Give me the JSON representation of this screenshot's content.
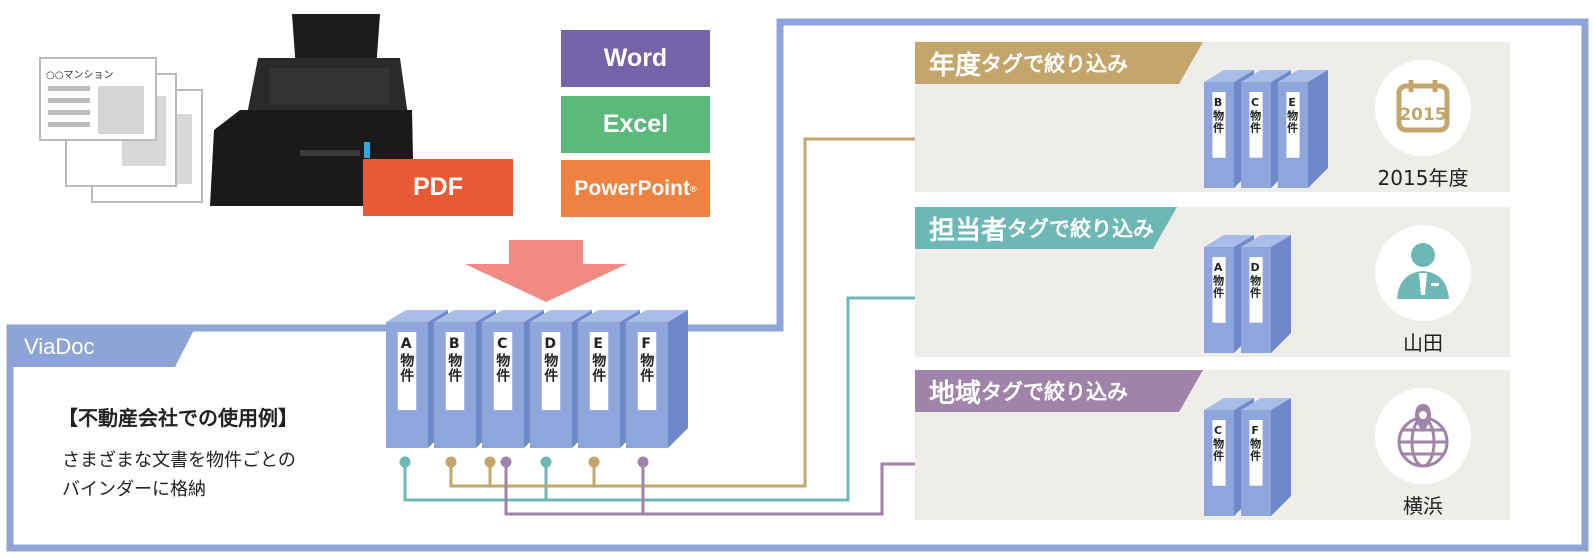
{
  "formats": {
    "word": "Word",
    "excel": "Excel",
    "powerpoint": "PowerPoint",
    "powerpoint_mark": "®",
    "pdf": "PDF"
  },
  "document_sample_title": "○○マンション",
  "viadoc_label": "ViaDoc",
  "example": {
    "heading": "【不動産会社での使用例】",
    "line1": "さまざまな文書を物件ごとの",
    "line2": "バインダーに格納"
  },
  "binders": [
    {
      "letter": "A",
      "text": "物件"
    },
    {
      "letter": "B",
      "text": "物件"
    },
    {
      "letter": "C",
      "text": "物件"
    },
    {
      "letter": "D",
      "text": "物件"
    },
    {
      "letter": "E",
      "text": "物件"
    },
    {
      "letter": "F",
      "text": "物件"
    }
  ],
  "filters": [
    {
      "title_main": "年度",
      "title_sub": "タグで絞り込み",
      "color": "#c4a56b",
      "binders": [
        "B",
        "C",
        "E"
      ],
      "icon": "calendar-icon",
      "icon_text": "2015",
      "caption": "2015年度"
    },
    {
      "title_main": "担当者",
      "title_sub": "タグで絞り込み",
      "color": "#6db7b5",
      "binders": [
        "A",
        "D"
      ],
      "icon": "person-icon",
      "caption": "山田"
    },
    {
      "title_main": "地域",
      "title_sub": "タグで絞り込み",
      "color": "#9f83a8",
      "binders": [
        "C",
        "F"
      ],
      "icon": "globe-pin-icon",
      "caption": "横浜"
    }
  ],
  "colors": {
    "frame": "#8ea4d6",
    "binder_front": "#8ea6dc",
    "binder_side": "#6d89c9",
    "arrow": "#f08a82",
    "word": "#7463a8",
    "excel": "#5bb97b",
    "powerpoint": "#ee8241",
    "pdf": "#e85a33"
  }
}
